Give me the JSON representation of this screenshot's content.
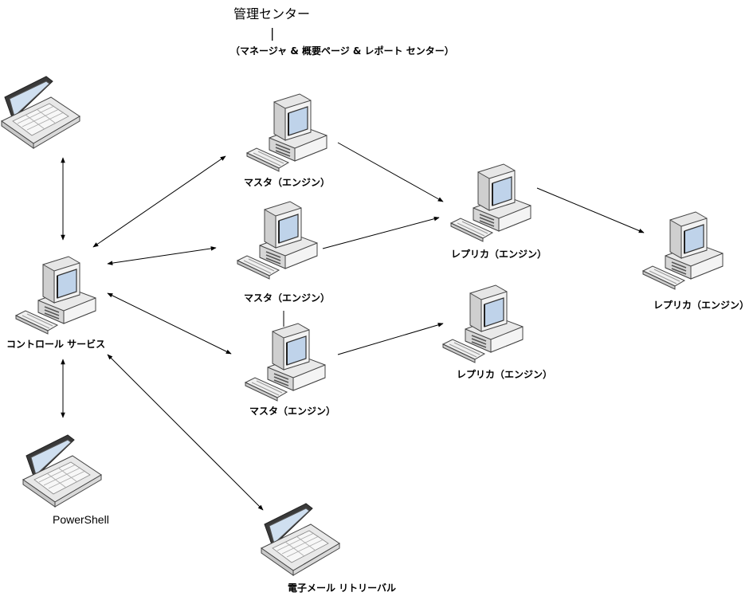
{
  "header": {
    "title": "管理センター",
    "separator": "|",
    "subtitle": "（マネージャ & 概要ページ & レポート センター）"
  },
  "nodes": {
    "control_service": {
      "label": "コントロール サービス",
      "icon": "desktop-computer-icon"
    },
    "admin_laptop": {
      "label": "",
      "icon": "laptop-icon"
    },
    "powershell": {
      "label": "PowerShell",
      "icon": "laptop-icon"
    },
    "email_retrieval": {
      "label": "電子メール リトリーバル",
      "icon": "laptop-icon"
    },
    "master_1": {
      "label": "マスタ（エンジン）",
      "icon": "desktop-computer-icon"
    },
    "master_2": {
      "label": "マスタ（エンジン）",
      "icon": "desktop-computer-icon"
    },
    "master_3": {
      "label": "マスタ（エンジン）",
      "icon": "desktop-computer-icon"
    },
    "replica_1": {
      "label": "レプリカ（エンジン）",
      "icon": "desktop-computer-icon"
    },
    "replica_2": {
      "label": "レプリカ（エンジン）",
      "icon": "desktop-computer-icon"
    },
    "replica_3": {
      "label": "レプリカ（エンジン）",
      "icon": "desktop-computer-icon"
    }
  },
  "colors": {
    "line": "#000000",
    "case_face": "#f4f4f4",
    "case_shadow": "#bdbdbd",
    "screen": "#bfd3ea"
  }
}
